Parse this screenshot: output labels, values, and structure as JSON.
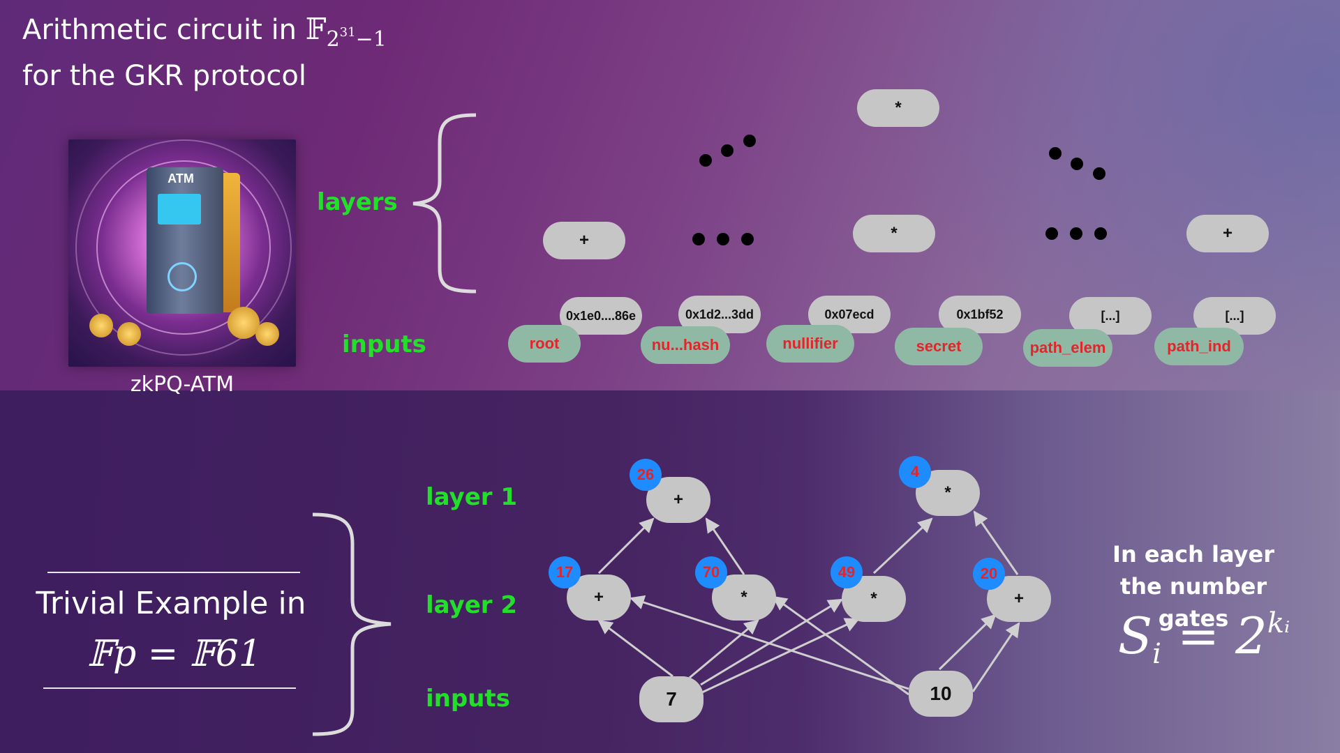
{
  "title": {
    "line1": "Arithmetic circuit in ",
    "field_symbol": "𝔽",
    "field_subscript_base": "2",
    "field_subscript_exp": "31",
    "field_subscript_rest": "−1",
    "line2": "for the GKR protocol"
  },
  "atm": {
    "sign": "ATM",
    "caption": "zkPQ-ATM"
  },
  "top_diagram": {
    "layers_label": "layers",
    "inputs_label": "inputs",
    "gates": [
      "+",
      "*",
      "*",
      "+"
    ],
    "input_values": [
      "0x1e0....86e",
      "0x1d2...3dd",
      "0x07ecd",
      "0x1bf52",
      "[...]",
      "[...]"
    ],
    "input_names": [
      "root",
      "nu...hash",
      "nullifier",
      "secret",
      "path_elem",
      "path_ind"
    ]
  },
  "bottom_diagram": {
    "layer1_label": "layer 1",
    "layer2_label": "layer 2",
    "inputs_label": "inputs",
    "layer1_gates": [
      {
        "op": "+",
        "value": "26"
      },
      {
        "op": "*",
        "value": "4"
      }
    ],
    "layer2_gates": [
      {
        "op": "+",
        "value": "17"
      },
      {
        "op": "*",
        "value": "70"
      },
      {
        "op": "*",
        "value": "49"
      },
      {
        "op": "+",
        "value": "20"
      }
    ],
    "inputs": [
      "7",
      "10"
    ]
  },
  "trivial": {
    "text": "Trivial Example in",
    "field": "𝔽p = 𝔽61"
  },
  "note": {
    "line1": "In each layer",
    "line2": "the number gates",
    "formula_S": "S",
    "formula_i": "i",
    "formula_rhs": " = 2",
    "formula_exp": "kᵢ"
  },
  "colors": {
    "green": "#22e02a",
    "pill": "#c6c6c6",
    "name_pill": "#8fb9a5",
    "name_text": "#e0262a",
    "badge": "#1e8cff"
  }
}
